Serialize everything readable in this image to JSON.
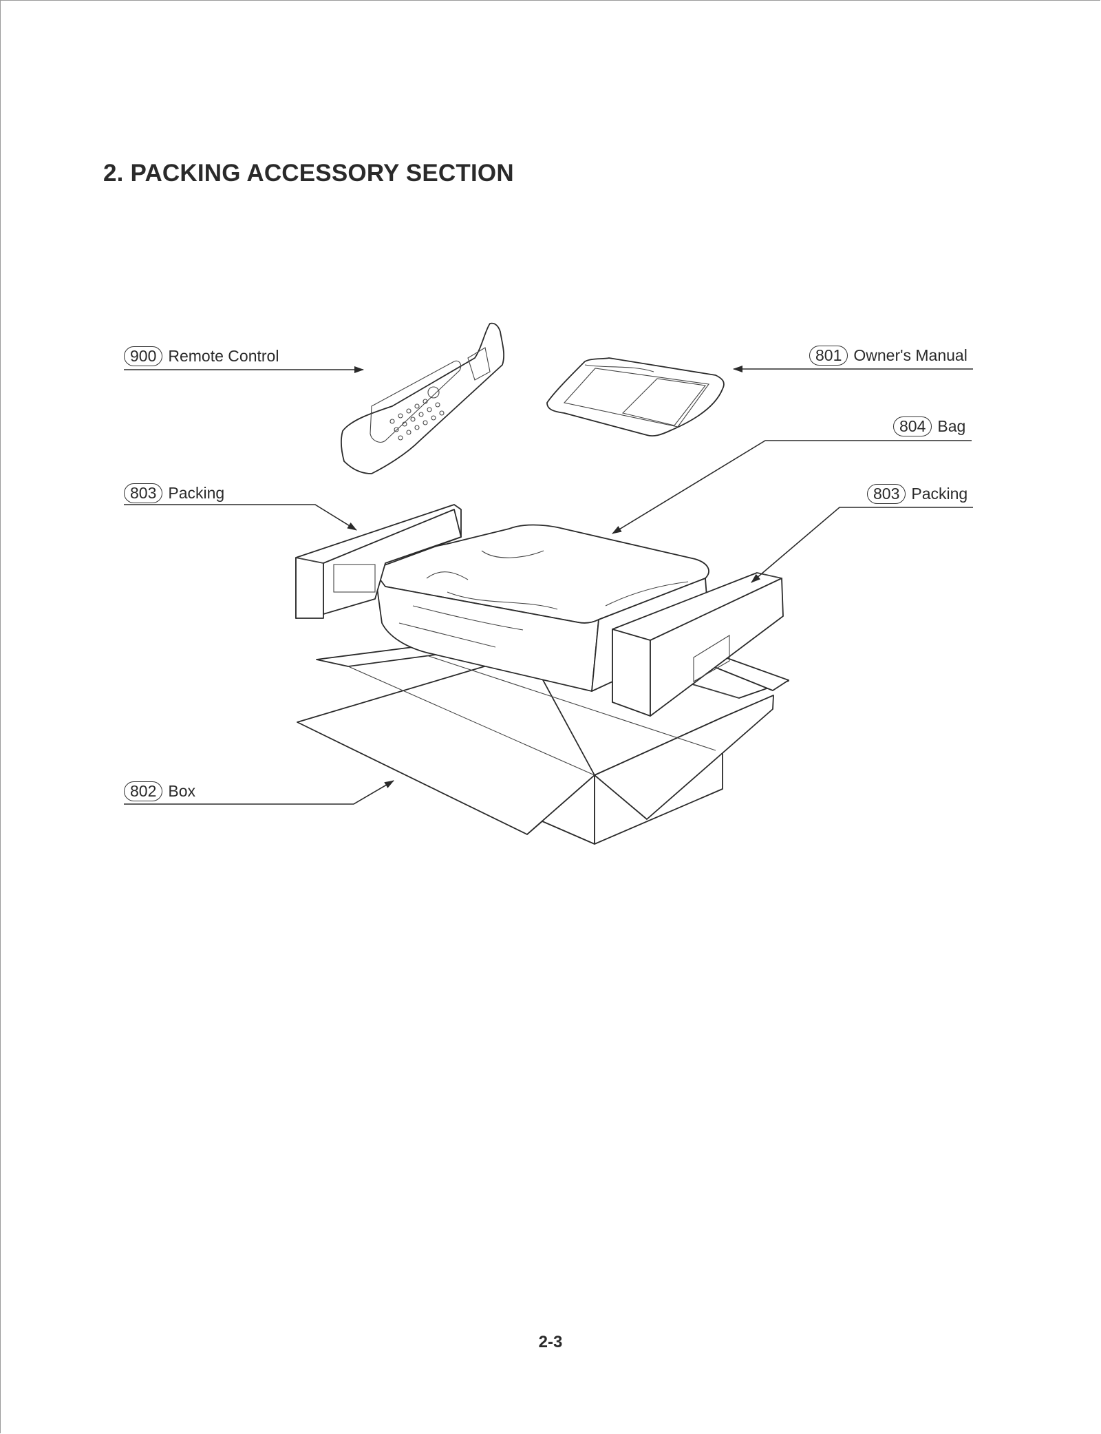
{
  "page": {
    "title": "2. PACKING ACCESSORY SECTION",
    "page_number": "2-3"
  },
  "callouts": {
    "remote": {
      "number": "900",
      "label": "Remote Control"
    },
    "manual": {
      "number": "801",
      "label": "Owner's Manual"
    },
    "bag": {
      "number": "804",
      "label": "Bag"
    },
    "packing_left": {
      "number": "803",
      "label": "Packing"
    },
    "packing_right": {
      "number": "803",
      "label": "Packing"
    },
    "box": {
      "number": "802",
      "label": "Box"
    }
  }
}
